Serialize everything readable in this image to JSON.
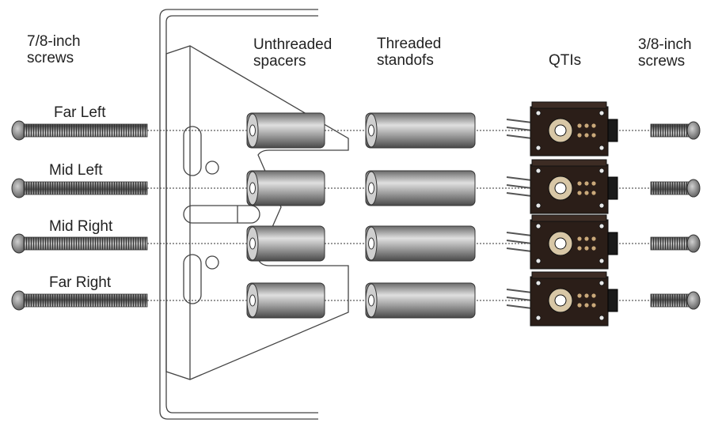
{
  "columns": [
    {
      "id": "long-screws",
      "line1": "7/8-inch",
      "line2": "screws"
    },
    {
      "id": "unthreaded-spacers",
      "line1": "Unthreaded",
      "line2": "spacers"
    },
    {
      "id": "threaded-standoffs",
      "line1": "Threaded",
      "line2": "standofs"
    },
    {
      "id": "qtis",
      "line1": "QTIs",
      "line2": ""
    },
    {
      "id": "short-screws",
      "line1": "3/8-inch",
      "line2": "screws"
    }
  ],
  "rows": [
    {
      "label": "Far Left"
    },
    {
      "label": "Mid Left"
    },
    {
      "label": "Mid Right"
    },
    {
      "label": "Far Right"
    }
  ],
  "colors": {
    "outline": "#444444",
    "screw": "#777777",
    "cylinder_dark": "#5a5a5a",
    "cylinder_light": "#d8d8d8",
    "qti_board": "#2b1e18",
    "dotted_line": "#333333"
  }
}
